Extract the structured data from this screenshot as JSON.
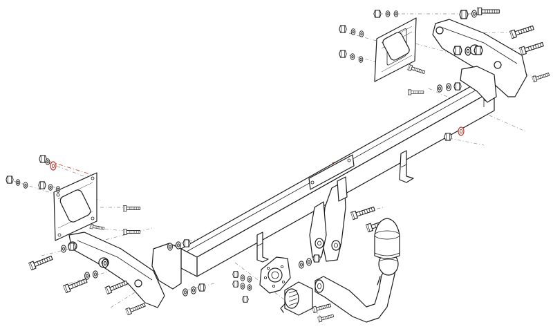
{
  "diagram": {
    "accent_color": "#c0392b",
    "line_color": "#1a1a1a",
    "background": "#ffffff",
    "icons": [
      "crossbar",
      "mounting-plate",
      "side-bracket",
      "bolt",
      "nut",
      "washer",
      "ball-neck",
      "ball-cover",
      "socket-plate",
      "electrical-socket",
      "center-support"
    ]
  }
}
